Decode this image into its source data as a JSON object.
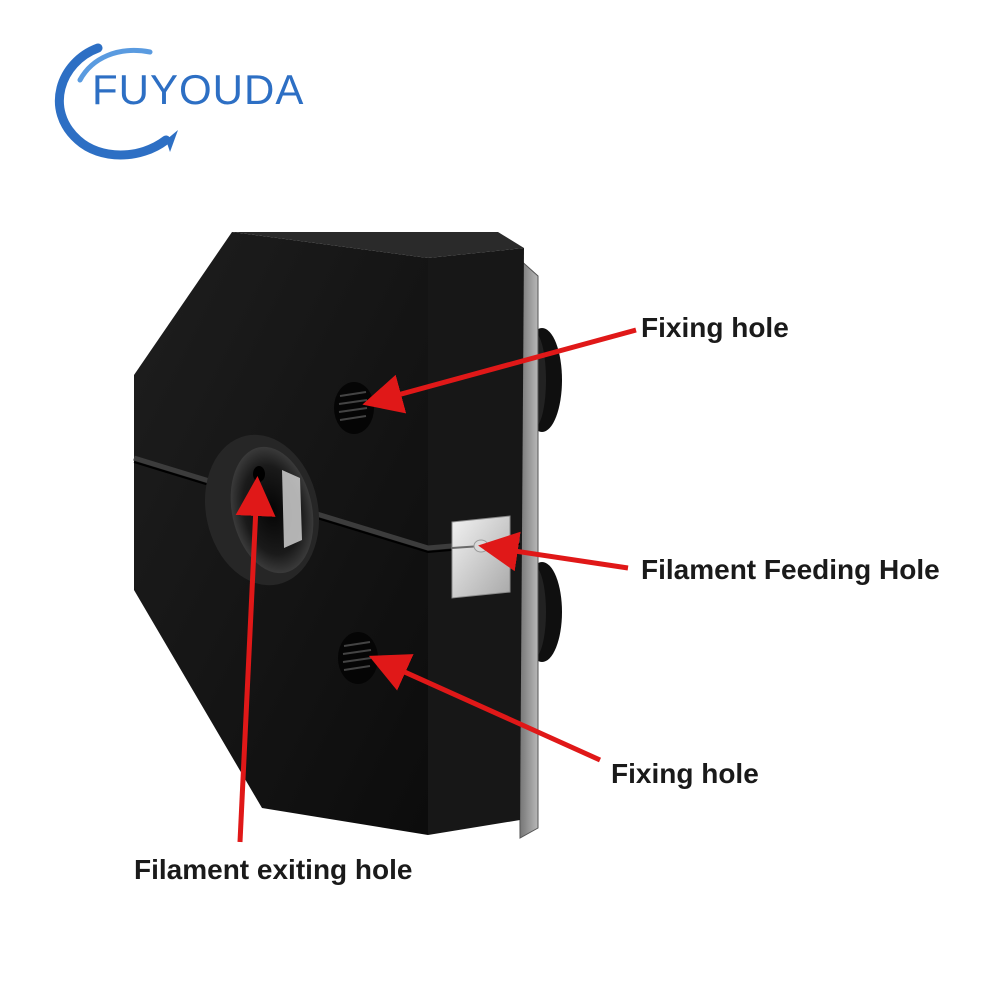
{
  "brand": {
    "name": "FUYOUDA",
    "accent_color": "#2d6fc4",
    "logo_icon": "swoosh-arc-icon"
  },
  "product": {
    "description_icon": "filament-connector-block-icon",
    "body_color": "#141414"
  },
  "callouts": {
    "arrow_color": "#e01818",
    "fixing_hole_top": "Fixing hole",
    "filament_feeding_hole": "Filament Feeding Hole",
    "fixing_hole_bottom": "Fixing hole",
    "filament_exiting_hole": "Filament exiting hole"
  }
}
